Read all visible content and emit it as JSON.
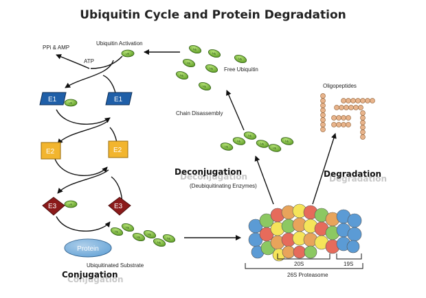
{
  "title": "Ubiquitin Cycle and Protein Degradation",
  "labels": {
    "ppi_amp": "PPi & AMP",
    "atp": "ATP",
    "ub_activation": "Ubiquitin Activation",
    "free_ubiquitin": "Free Ubiquitin",
    "chain_disassembly": "Chain Disassembly",
    "oligopeptides": "Oligopeptides",
    "deconjugation": "Deconjugation",
    "deubiquitinating": "(Deubiquitinating Enzymes)",
    "degradation": "Degradation",
    "ubiquitinated_substrate": "Ubiquitinated Substrate",
    "conjugation": "Conjugation",
    "protein": "Protein",
    "proteasome_20s": "20S",
    "proteasome_19s": "19S",
    "proteasome_26s": "26S Proteasome"
  },
  "enzymes": {
    "e1": "E1",
    "e2": "E2",
    "e3": "E3"
  },
  "ub_tag": "Ub",
  "colors": {
    "e1": "#1f5fa8",
    "e2": "#f2b52e",
    "e3": "#8b1a1a",
    "ubiquitin": "#7cbf3a",
    "protein": "#6aa6d8",
    "peptide": "#e8b48c",
    "proteasome": [
      "#5b9bd5",
      "#e66b5b",
      "#f5e45a",
      "#8cc862",
      "#e8a45b"
    ]
  }
}
